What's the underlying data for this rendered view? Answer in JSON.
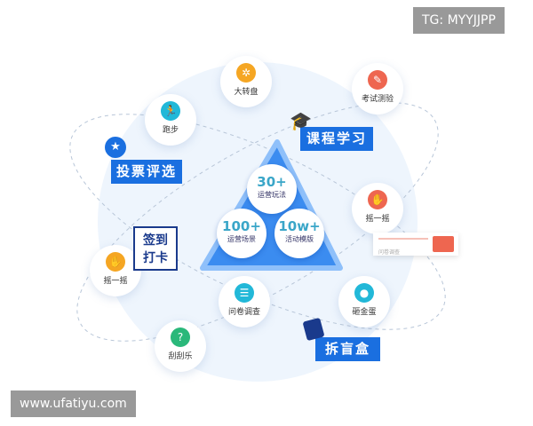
{
  "center": {
    "stats": [
      {
        "value": "30+",
        "label": "运营玩法"
      },
      {
        "value": "100+",
        "label": "运营场景"
      },
      {
        "value": "10w+",
        "label": "活动模版"
      }
    ]
  },
  "nodes": [
    {
      "label": "大转盘",
      "icon": "wheel-icon",
      "color": "#f5a623"
    },
    {
      "label": "考试测验",
      "icon": "exam-icon",
      "color": "#ee6650"
    },
    {
      "label": "跑步",
      "icon": "running-icon",
      "color": "#22b8d8"
    },
    {
      "label": "摇一摇",
      "icon": "shake-icon",
      "color": "#ee6650"
    },
    {
      "label": "摇一摇",
      "icon": "shake-icon",
      "color": "#f5a623"
    },
    {
      "label": "问卷调查",
      "icon": "survey-icon",
      "color": "#22b8d8"
    },
    {
      "label": "砸金蛋",
      "icon": "egg-icon",
      "color": "#22b8d8"
    },
    {
      "label": "刮刮乐",
      "icon": "scratch-icon",
      "color": "#2ab87a"
    }
  ],
  "tags": {
    "course": "课程学习",
    "vote": "投票评选",
    "checkin_1": "签到",
    "checkin_2": "打卡",
    "blindbox": "拆盲盒"
  },
  "card": {
    "label": "问卷调查"
  },
  "watermarks": {
    "top": "TG: MYYJJPP",
    "bottom": "www.ufatiyu.com"
  },
  "colors": {
    "accent": "#1a6fe0",
    "triangle": "#3b8cf0"
  }
}
